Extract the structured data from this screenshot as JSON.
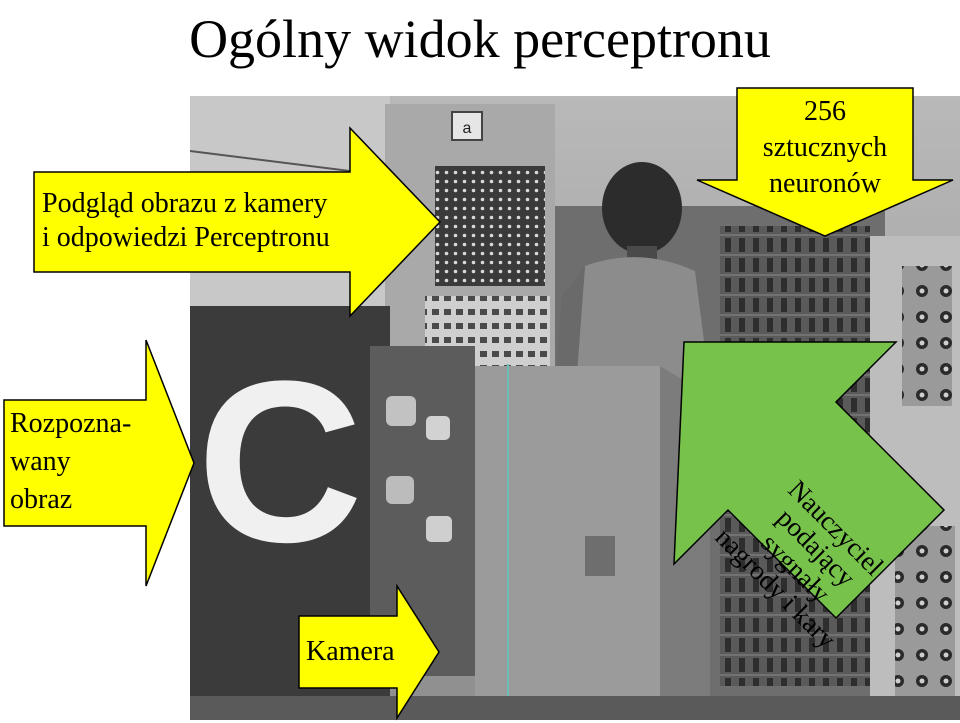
{
  "title": "Ogólny widok perceptronu",
  "photo": {
    "letter": "C",
    "panel_mark": "a"
  },
  "callouts": {
    "preview": {
      "line1": "Podgląd obrazu z kamery",
      "line2": "i odpowiedzi Perceptronu"
    },
    "neurons": {
      "line1": "256",
      "line2": "sztucznych",
      "line3": "neuronów"
    },
    "image": {
      "line1": "Rozpozna-",
      "line2": "wany",
      "line3": "obraz"
    },
    "camera": {
      "line1": "Kamera"
    },
    "teacher": {
      "line1": "Nauczyciel",
      "line2": "podający",
      "line3": "sygnały",
      "line4": "nagrody i kary"
    }
  },
  "colors": {
    "yellow": "#ffff00",
    "green": "#77c24a",
    "outline": "#000000"
  }
}
